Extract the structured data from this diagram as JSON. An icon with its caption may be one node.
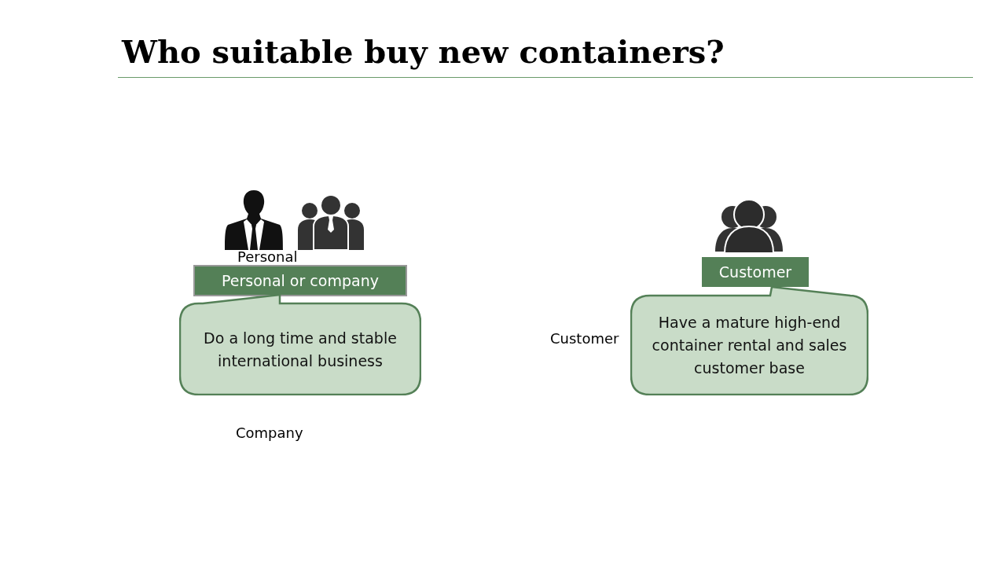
{
  "diagram": {
    "title": "Who suitable buy new containers?",
    "nodes": [
      {
        "text": [
          "Personal or company"
        ]
      },
      {
        "text": [
          "Do a long time and stable international business"
        ]
      },
      {
        "text": [
          "Customer"
        ]
      },
      {
        "text": [
          "Have a mature high-end container rental and sales customer base"
        ]
      }
    ],
    "labels": [
      "Personal",
      "Customer",
      "Company"
    ]
  }
}
